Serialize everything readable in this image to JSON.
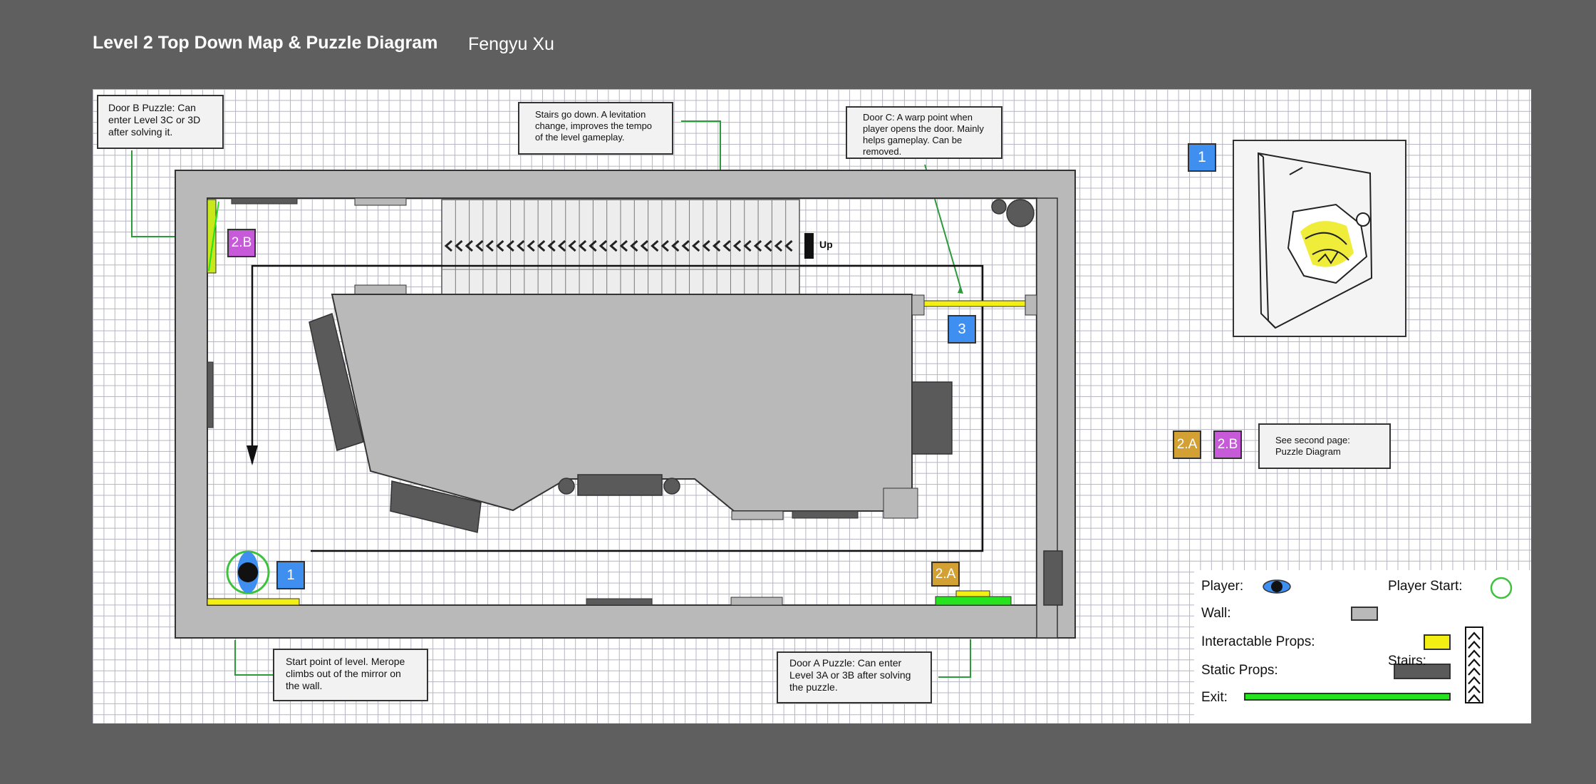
{
  "header": {
    "title": "Level 2 Top Down Map & Puzzle Diagram",
    "author": "Fengyu Xu"
  },
  "notes": {
    "door_b": "Door B Puzzle: Can enter Level 3C or 3D after solving it.",
    "stairs": "Stairs go down. A levitation change, improves the tempo of the level gameplay.",
    "door_c": "Door C: A warp point when player opens the door. Mainly helps gameplay. Can be removed.",
    "start": "Start point of level. Merope climbs out of the mirror on the wall.",
    "door_a": "Door A Puzzle: Can enter Level 3A or 3B after solving the puzzle.",
    "puzzle_ref": "See second page: Puzzle Diagram"
  },
  "map": {
    "stairs_label": "Up",
    "badges": {
      "b2_left": "2.B",
      "three": "3",
      "one_start": "1",
      "a2_bottom": "2.A"
    }
  },
  "panel": {
    "badge_one": "1",
    "badge_2a": "2.A",
    "badge_2b": "2.B"
  },
  "legend": {
    "player": "Player:",
    "player_start": "Player Start:",
    "wall": "Wall:",
    "interactable": "Interactable Props:",
    "static": "Static Props:",
    "stairs": "Stairs:",
    "exit": "Exit:"
  },
  "colors": {
    "background": "#5f5f5f",
    "wall": "#b9b9b9",
    "static_prop": "#5a5a5a",
    "interactable_prop": "#f4ef12",
    "exit": "#27e21f",
    "player_start": "#3ec23e",
    "badge_blue": "#3f8ff0",
    "badge_purple": "#c75ad9",
    "badge_gold": "#d3a133",
    "annotation_line": "#2d9a3a"
  }
}
